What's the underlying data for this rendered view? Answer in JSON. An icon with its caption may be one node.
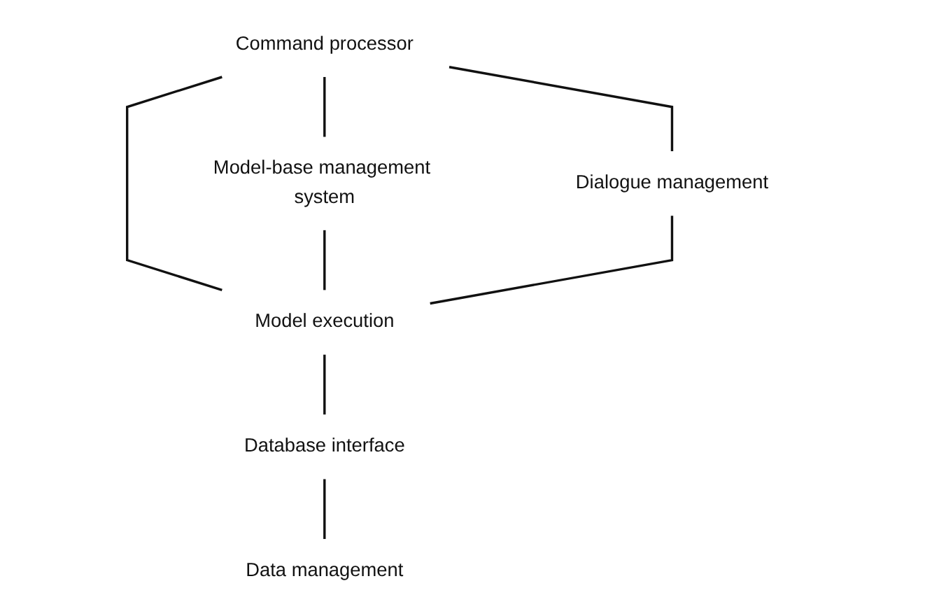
{
  "diagram": {
    "nodes": [
      {
        "text": [
          "Command processor"
        ]
      },
      {
        "text": [
          "Model-base management system"
        ]
      },
      {
        "text": [
          "Dialogue management"
        ]
      },
      {
        "text": [
          "Model execution"
        ]
      },
      {
        "text": [
          "Database interface"
        ]
      },
      {
        "text": [
          "Data management"
        ]
      }
    ],
    "edges": [
      {
        "from": 0,
        "to": 1,
        "arrow": "none"
      },
      {
        "from": 0,
        "to": 2,
        "arrow": "none"
      },
      {
        "from": 0,
        "to": 3,
        "arrow": "none"
      },
      {
        "from": 1,
        "to": 3,
        "arrow": "none"
      },
      {
        "from": 2,
        "to": 3,
        "arrow": "none"
      },
      {
        "from": 3,
        "to": 4,
        "arrow": "none"
      },
      {
        "from": 4,
        "to": 5,
        "arrow": "none"
      }
    ]
  }
}
